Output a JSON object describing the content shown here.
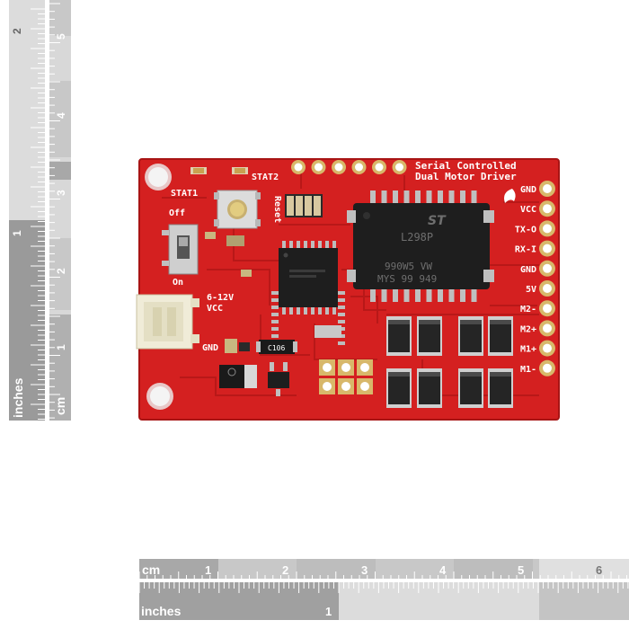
{
  "board": {
    "title_line1": "Serial Controlled",
    "title_line2": "Dual Motor Driver",
    "stat1": "STAT1",
    "stat2": "STAT2",
    "reset": "Reset",
    "switch_off": "Off",
    "switch_on": "On",
    "power_voltage": "6-12V",
    "power_vcc": "VCC",
    "power_gnd": "GND",
    "cap_label": "C106",
    "driver_brand": "ST",
    "driver_part": "L298P",
    "driver_code1": "990W5 VW",
    "driver_code2": "MYS 99 949",
    "pins": [
      "GND",
      "VCC",
      "TX-O",
      "RX-I",
      "GND",
      "5V",
      "M2-",
      "M2+",
      "M1+",
      "M1-"
    ],
    "board_color": "#d42020"
  },
  "ruler_vertical": {
    "unit_inches": "inches",
    "unit_cm": "cm",
    "inch_marks": [
      "1",
      "2"
    ],
    "cm_marks": [
      "1",
      "2",
      "3",
      "4",
      "5"
    ]
  },
  "ruler_horizontal": {
    "unit_cm": "cm",
    "unit_inches": "inches",
    "cm_marks": [
      "1",
      "2",
      "3",
      "4",
      "5",
      "6"
    ],
    "inch_marks": [
      "1"
    ]
  }
}
